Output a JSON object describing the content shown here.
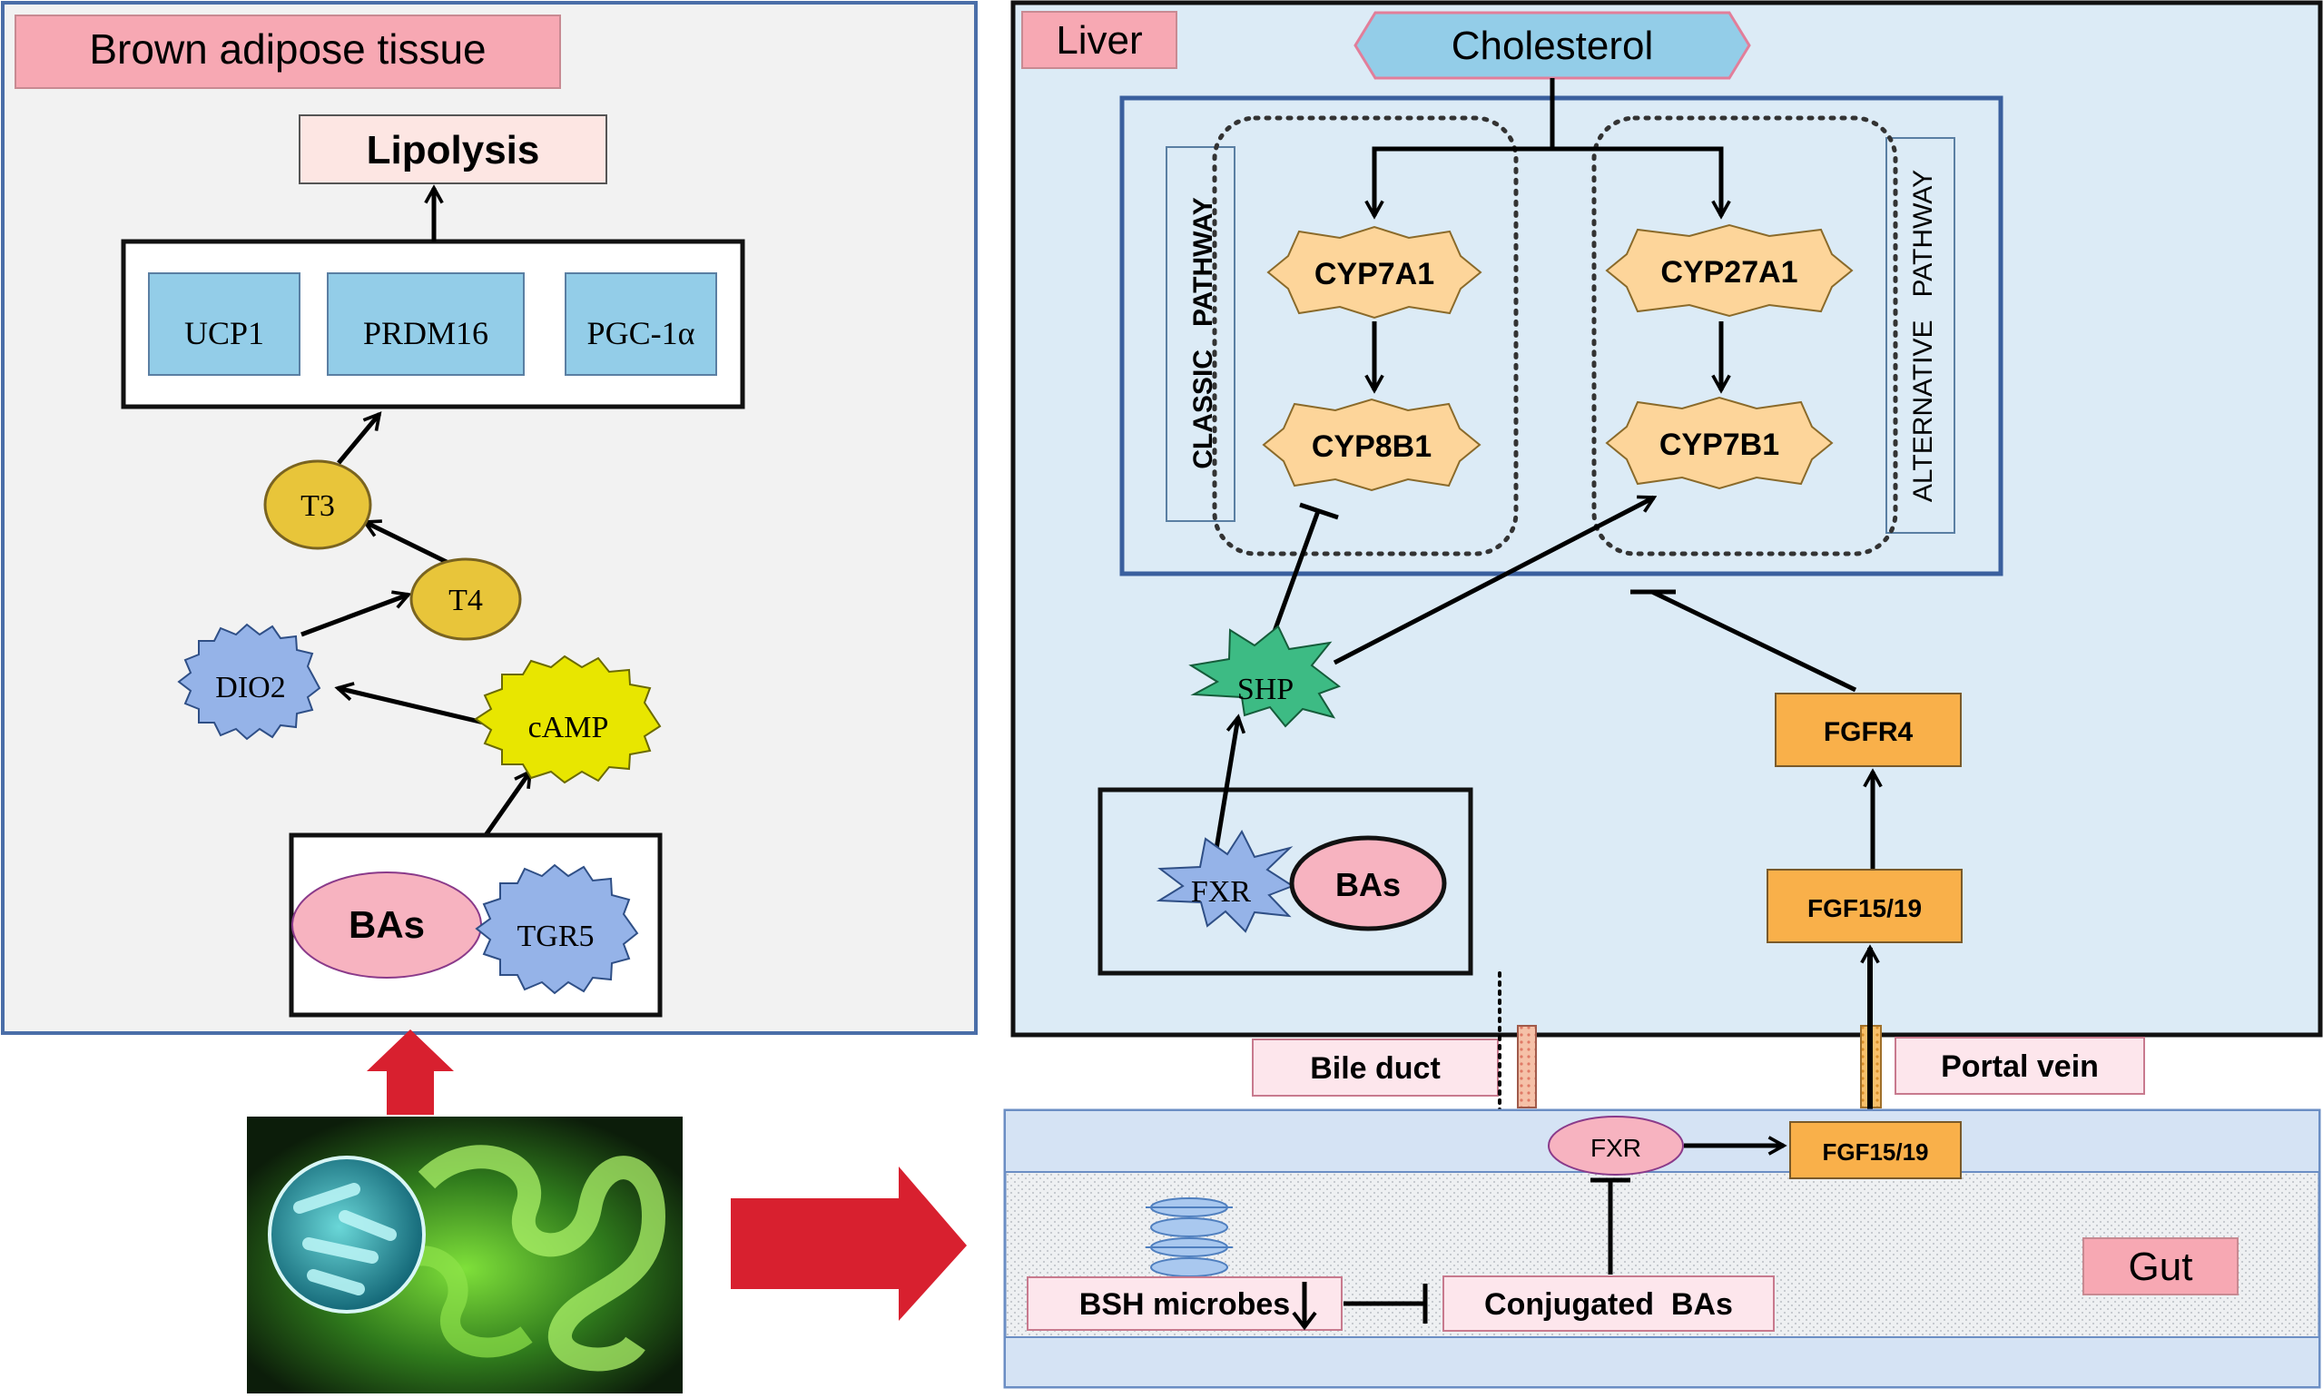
{
  "bat": {
    "title": "Brown adipose tissue",
    "lipolysis": "Lipolysis",
    "genes": [
      "UCP1",
      "PRDM16",
      "PGC-1α"
    ],
    "t3": "T3",
    "t4": "T4",
    "dio2": "DIO2",
    "camp": "cAMP",
    "bas": "BAs",
    "tgr5": "TGR5"
  },
  "liver": {
    "title": "Liver",
    "cholesterol": "Cholesterol",
    "classic_pathway": "CLASSIC   PATHWAY",
    "alternative_pathway": "ALTERNATIVE   PATHWAY",
    "cyp7a1": "CYP7A1",
    "cyp8b1": "CYP8B1",
    "cyp27a1": "CYP27A1",
    "cyp7b1": "CYP7B1",
    "shp": "SHP",
    "fxr": "FXR",
    "bas": "BAs",
    "fgfr4": "FGFR4",
    "fgf15_19": "FGF15/19"
  },
  "connections": {
    "bile_duct": "Bile duct",
    "portal_vein": "Portal vein"
  },
  "gut": {
    "title": "Gut",
    "fxr": "FXR",
    "fgf15_19": "FGF15/19",
    "bsh_microbes": "BSH microbes",
    "conjugated_bas": "Conjugated  BAs"
  },
  "colors": {
    "panel_bat_bg": "#f2f2f2",
    "panel_liver_bg": "#dcebf6",
    "label_pink": "#f7a8b3",
    "gene_blue": "#93cde8",
    "cyp_orange": "#fdd59a",
    "fgf_orange": "#f9b04a",
    "shp_green": "#3dbb84",
    "star_blue": "#95b3e8",
    "camp_yellow": "#e8e600",
    "thyroid_gold": "#e8c53a",
    "arrow_red": "#d8202f"
  }
}
